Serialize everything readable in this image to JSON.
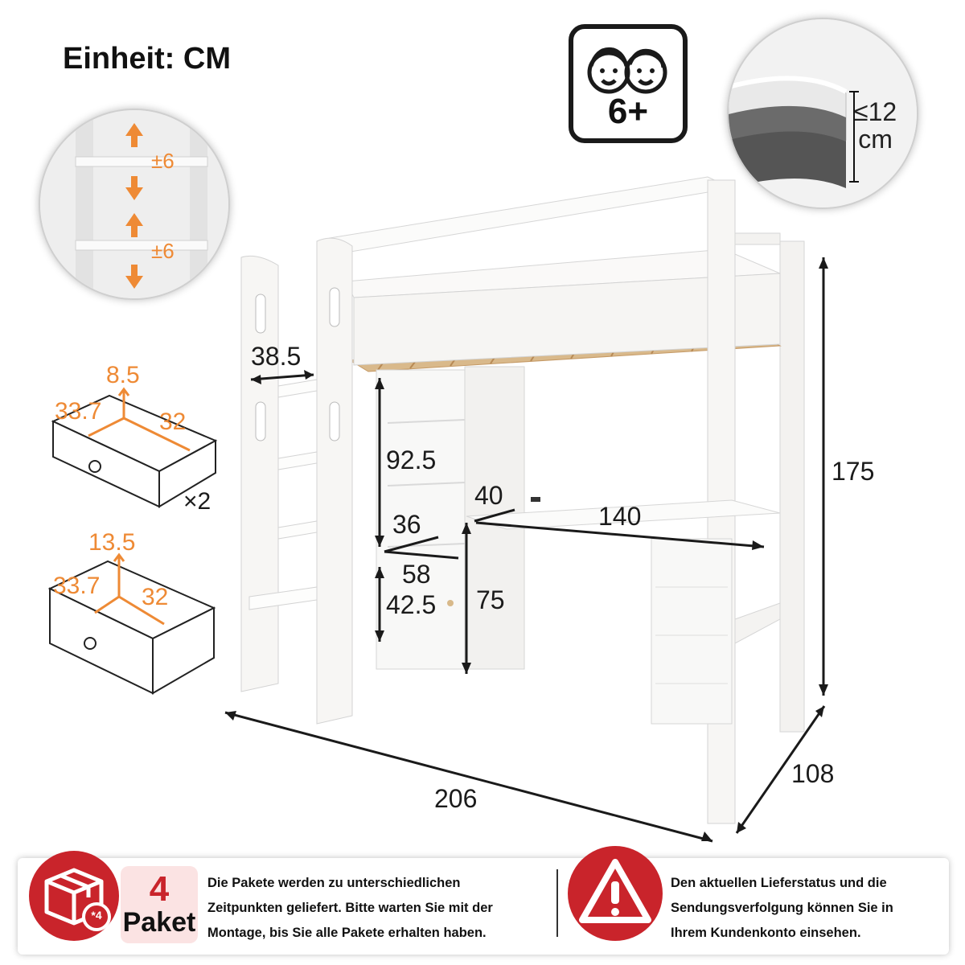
{
  "header": {
    "unit_label": "Einheit: CM"
  },
  "age_badge": {
    "text": "6+"
  },
  "mattress": {
    "max_label_line1": "≤12",
    "max_label_line2": "cm"
  },
  "ladder_adjust": {
    "label_top": "±6",
    "label_bottom": "±6"
  },
  "drawer_small": {
    "height": "8.5",
    "width": "33.7",
    "depth": "32",
    "quantity": "×2"
  },
  "drawer_large": {
    "height": "13.5",
    "width": "33.7",
    "depth": "32"
  },
  "dimensions": {
    "ladder_step": "38.5",
    "total_height": "175",
    "total_length": "206",
    "total_width": "108",
    "shelf_height": "92.5",
    "shelf_depth": "36",
    "desk_depth_top": "40",
    "desk_length": "140",
    "cabinet_width": "58",
    "desk_height": "75",
    "cabinet_height": "42.5"
  },
  "footer": {
    "package_count": "4",
    "package_word": "Paket",
    "package_icon_count": "*4",
    "package_lines": [
      "Die Pakete werden zu unterschiedlichen",
      "Zeitpunkten geliefert. Bitte warten Sie mit der",
      "Montage, bis Sie alle Pakete erhalten haben."
    ],
    "status_lines": [
      "Den aktuellen Lieferstatus und die",
      "Sendungsverfolgung können Sie in",
      "Ihrem Kundenkonto einsehen."
    ]
  },
  "colors": {
    "accent_orange": "#ee8a35",
    "warning_red": "#c9242b",
    "bed_white": "#f7f6f4"
  }
}
